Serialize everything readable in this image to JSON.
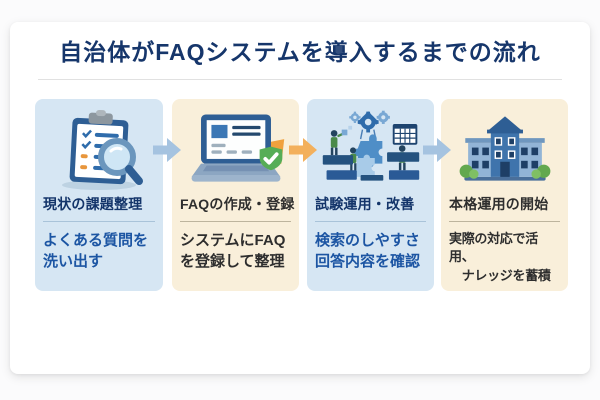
{
  "page": {
    "title": "自治体がFAQシステムを導入するまでの流れ"
  },
  "palette": {
    "title_color": "#16366b",
    "blue_card_bg": "#d6e6f3",
    "cream_card_bg": "#f9efda",
    "blue_text": "#1c55a3",
    "dark_text": "#2e2e2e",
    "arrow_blue": "#a5c3e0",
    "arrow_orange": "#f3b05c"
  },
  "steps": [
    {
      "icon": "clipboard-checklist-magnifier-icon",
      "heading": "現状の課題整理",
      "body": "よくある質問を\n洗い出す",
      "theme": "blue"
    },
    {
      "icon": "laptop-check-icon",
      "heading": "FAQの作成・登録",
      "body": "システムにFAQ\nを登録して整理",
      "theme": "cream"
    },
    {
      "icon": "teamwork-gears-icon",
      "heading": "試験運用・改善",
      "body": "検索のしやすさ\n回答内容を確認",
      "theme": "blue"
    },
    {
      "icon": "government-building-icon",
      "heading": "本格運用の開始",
      "body": "実際の対応で活用、\n　ナレッジを蓄積",
      "theme": "cream"
    }
  ],
  "arrows": [
    {
      "direction": "right",
      "color": "#a5c3e0"
    },
    {
      "direction": "right",
      "color": "#f3b05c"
    },
    {
      "direction": "right",
      "color": "#a5c3e0"
    }
  ]
}
